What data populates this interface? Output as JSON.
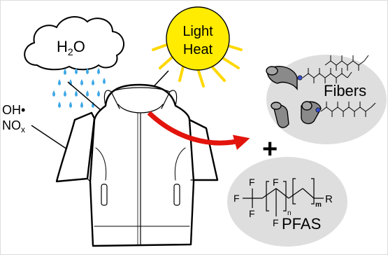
{
  "cloud": {
    "label": "H",
    "sub": "2",
    "label_tail": "O"
  },
  "sun": {
    "line1": "Light",
    "line2": "Heat"
  },
  "oxidants": {
    "oh": "OH•",
    "no": "NO",
    "no_sub": "x"
  },
  "fibers": {
    "label": "Fibers"
  },
  "plus": "+",
  "pfas": {
    "label": "PFAS",
    "atom_f": "F",
    "atom_r": "R",
    "sub_n": "n",
    "sub_m": "m"
  },
  "colors": {
    "sun_fill": "#ffec00",
    "sun_stroke": "#000000",
    "rain": "#3fa9e6",
    "arrow": "#e2140c",
    "ellipse": "#dedede",
    "fiber": "#8a8a8a",
    "bead": "#3a4fc9"
  }
}
